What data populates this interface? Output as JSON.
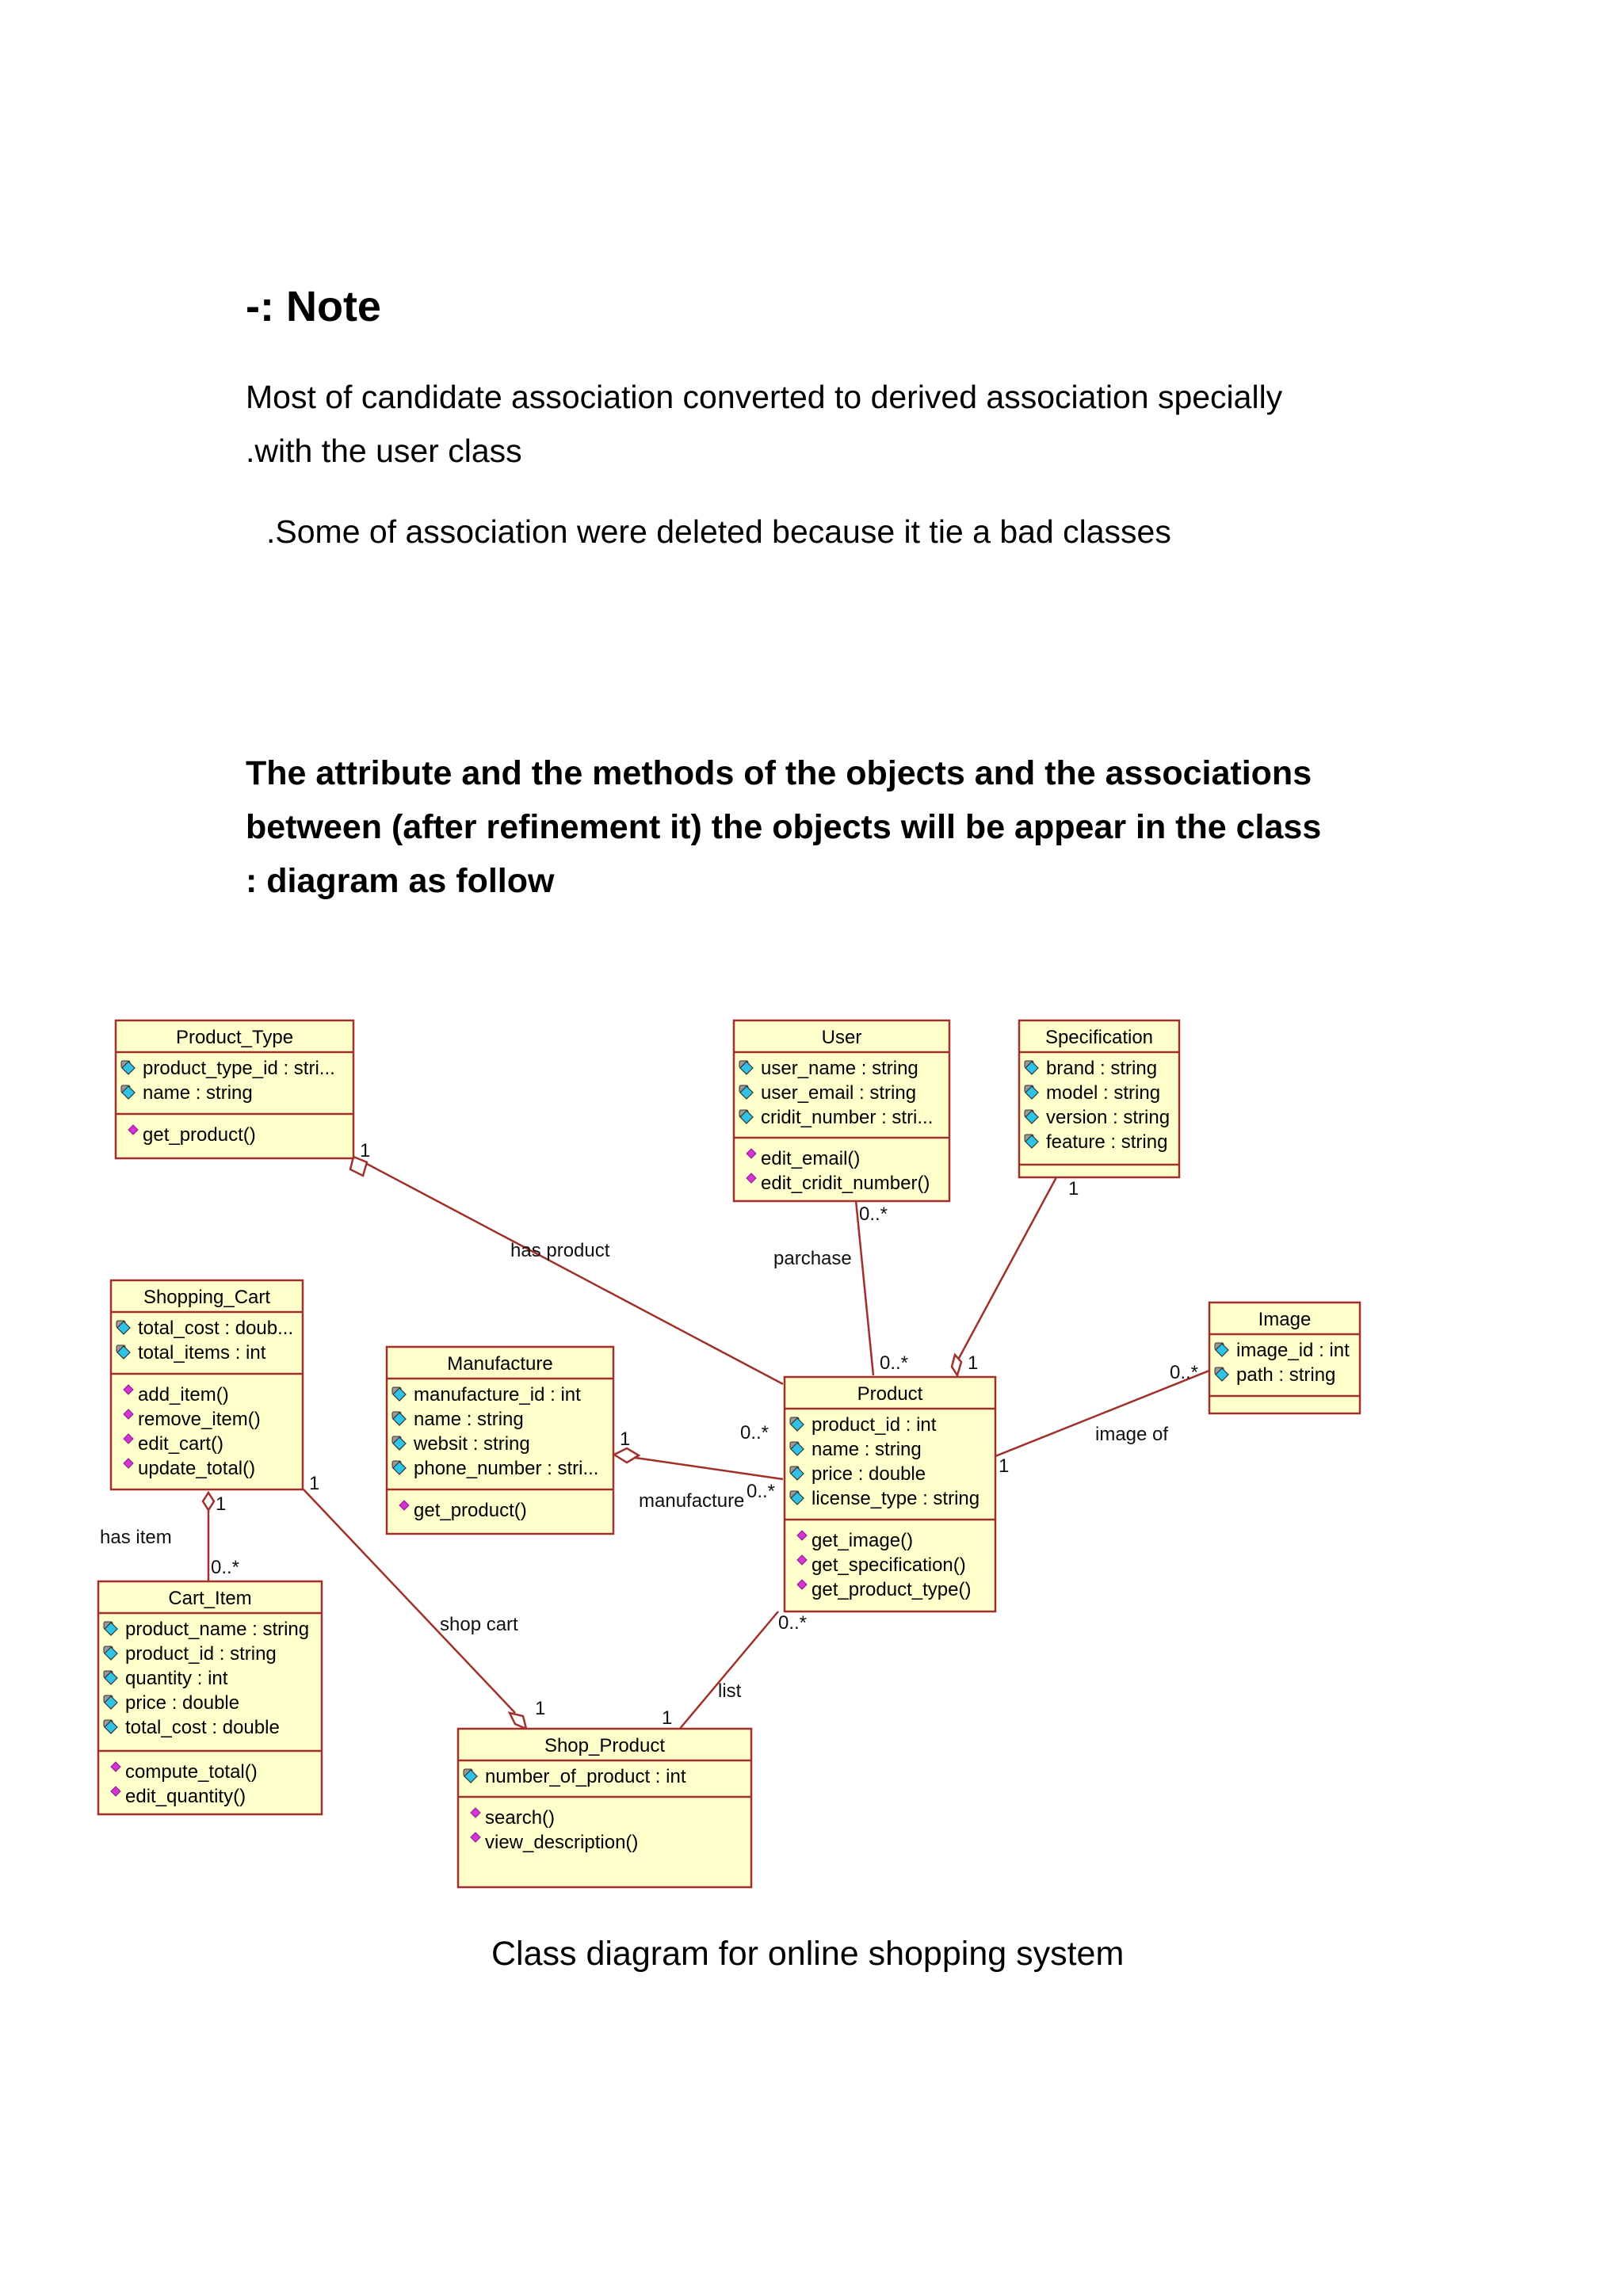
{
  "note": {
    "title": "-: Note",
    "line1": "Most of candidate association converted to derived association specially",
    "line2": ".with the user class",
    "line3": ".Some of association were deleted because it tie a bad classes"
  },
  "intro": {
    "line1": "The attribute and the methods of the objects and the  associations",
    "line2": "between (after refinement it) the objects  will be appear in the class",
    "line3": ": diagram as follow"
  },
  "caption": "Class diagram for online shopping system",
  "colors": {
    "class_fill": "#ffffcc",
    "class_border": "#a0302a",
    "attribute_icon": "#2ec4e8",
    "method_icon": "#d633d6"
  },
  "classes": {
    "product_type": {
      "name": "Product_Type",
      "attributes": [
        "product_type_id : stri...",
        "name : string"
      ],
      "methods": [
        "get_product()"
      ]
    },
    "user": {
      "name": "User",
      "attributes": [
        "user_name : string",
        "user_email : string",
        "cridit_number : stri..."
      ],
      "methods": [
        "edit_email()",
        "edit_cridit_number()"
      ]
    },
    "specification": {
      "name": "Specification",
      "attributes": [
        "brand : string",
        "model : string",
        "version : string",
        "feature : string"
      ],
      "methods": []
    },
    "shopping_cart": {
      "name": "Shopping_Cart",
      "attributes": [
        "total_cost : doub...",
        "total_items : int"
      ],
      "methods": [
        "add_item()",
        "remove_item()",
        "edit_cart()",
        "update_total()"
      ]
    },
    "manufacture": {
      "name": "Manufacture",
      "attributes": [
        "manufacture_id : int",
        "name : string",
        "websit : string",
        "phone_number : stri..."
      ],
      "methods": [
        "get_product()"
      ]
    },
    "image": {
      "name": "Image",
      "attributes": [
        "image_id : int",
        "path : string"
      ],
      "methods": []
    },
    "product": {
      "name": "Product",
      "attributes": [
        "product_id : int",
        "name : string",
        "price : double",
        "license_type : string"
      ],
      "methods": [
        "get_image()",
        "get_specification()",
        "get_product_type()"
      ]
    },
    "cart_item": {
      "name": "Cart_Item",
      "attributes": [
        "product_name : string",
        "product_id : string",
        "quantity : int",
        "price : double",
        "total_cost : double"
      ],
      "methods": [
        "compute_total()",
        "edit_quantity()"
      ]
    },
    "shop_product": {
      "name": "Shop_Product",
      "attributes": [
        "number_of_product : int"
      ],
      "methods": [
        "search()",
        "view_description()"
      ]
    }
  },
  "associations": {
    "has_product": {
      "label": "has product",
      "mult_a": "1",
      "mult_b": "0..*"
    },
    "parchase": {
      "label": "parchase",
      "mult_a": "0..*",
      "mult_b": "0..*"
    },
    "specification": {
      "mult_a": "1",
      "mult_b": "1"
    },
    "image_of": {
      "label": "image of",
      "mult_a": "0..*",
      "mult_b": "1"
    },
    "manufacture": {
      "label": "manufacture",
      "mult_a": "1",
      "mult_b": "0..*"
    },
    "has_item": {
      "label": "has item",
      "mult_a": "1",
      "mult_b": "0..*"
    },
    "shop_cart": {
      "label": "shop cart",
      "mult_a": "1",
      "mult_b": "1"
    },
    "list": {
      "label": "list",
      "mult_a": "0..*",
      "mult_b": "1"
    }
  }
}
